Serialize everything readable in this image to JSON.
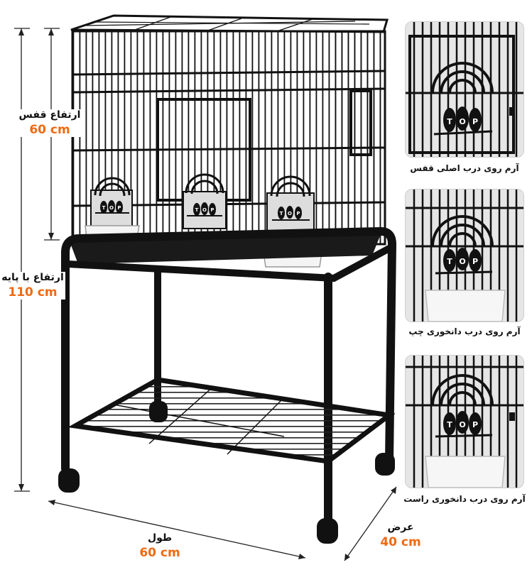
{
  "colors": {
    "accent": "#ef6a12",
    "frame": "#111111",
    "text": "#111111",
    "panel": "#e6e6e6"
  },
  "dimensions": {
    "cage_height": {
      "label": "ارتفاع قفس",
      "value": "60 cm"
    },
    "total_height": {
      "label": "ارتفاع با پایه",
      "value": "110 cm"
    },
    "length": {
      "label": "طول",
      "value": "60 cm"
    },
    "width": {
      "label": "عرض",
      "value": "40 cm"
    }
  },
  "decor_text": "TOP",
  "details": [
    {
      "caption": "آرم روی درب اصلی قفس"
    },
    {
      "caption": "آرم روی درب دانخوری چپ"
    },
    {
      "caption": "آرم روی درب دانخوری راست"
    }
  ]
}
